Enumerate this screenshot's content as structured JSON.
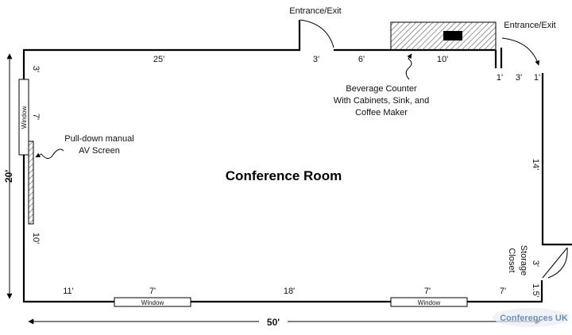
{
  "room": {
    "title": "Conference Room"
  },
  "entrances": {
    "left": "Entrance/Exit",
    "right": "Entrance/Exit"
  },
  "beverage_counter": [
    "Beverage Counter",
    "With Cabinets, Sink, and",
    "Coffee Maker"
  ],
  "av_screen": [
    "Pull-down manual",
    "AV Screen"
  ],
  "storage": [
    "Storage",
    "Closet"
  ],
  "windows": {
    "left": "Window",
    "bottom_left": "Window",
    "bottom_right": "Window"
  },
  "dimensions": {
    "top_25": "25'",
    "top_3": "3'",
    "top_6": "6'",
    "top_10": "10'",
    "right_1a": "1'",
    "right_3": "3'",
    "right_1b": "1'",
    "right_14": "14'",
    "right_3b": "3'",
    "right_1_5": "1.5'",
    "left_3": "3'",
    "left_7": "7'",
    "left_10": "10'",
    "bottom_11": "11'",
    "bottom_7a": "7'",
    "bottom_18": "18'",
    "bottom_7b": "7'",
    "bottom_7c": "7'",
    "overall_width": "50'",
    "overall_height": "20'"
  },
  "watermark": "Conferences UK",
  "colors": {
    "line": "#000000",
    "hatch": "#555555",
    "watermark": "#6f8fb8"
  }
}
